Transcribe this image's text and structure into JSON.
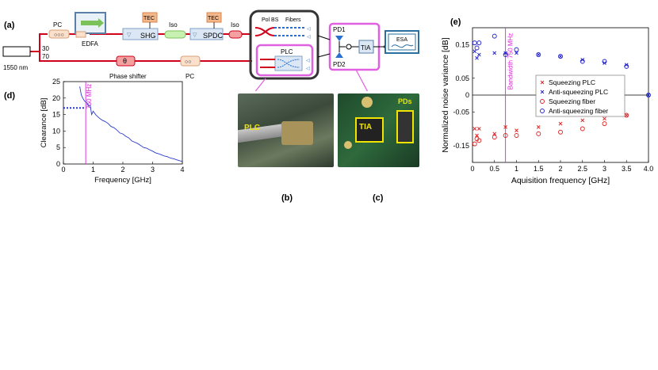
{
  "panel_labels": {
    "a": "(a)",
    "b": "(b)",
    "c": "(c)",
    "d": "(d)",
    "e": "(e)"
  },
  "setup": {
    "laser": "1550 nm",
    "split_top": "30",
    "split_bottom": "70",
    "pc": "PC",
    "edfa": "EDFA",
    "tec": "TEC",
    "shg": "SHG",
    "iso": "Iso",
    "spdc": "SPDC",
    "pol_bs": "Pol BS",
    "fibers": "Fibers",
    "plc": "PLC",
    "phase_symbol": "θ",
    "phase_shifter": "Phase shifter",
    "pd1": "PD1",
    "pd2": "PD2",
    "tia": "TIA",
    "esa": "ESA"
  },
  "photos": {
    "b_label": "PLC",
    "c_label_tia": "TIA",
    "c_label_pds": "PDs"
  },
  "colors": {
    "optical": "#d0021b",
    "plc_frame": "#e060e0",
    "esa_frame": "#2a6fa0",
    "label_yellow": "#f0e400"
  },
  "chart_data": [
    {
      "id": "d",
      "type": "line",
      "xlabel": "Frequency [GHz]",
      "ylabel": "Clearance [dB]",
      "xlim": [
        0,
        4
      ],
      "ylim": [
        0,
        25
      ],
      "xticks": [
        0,
        1,
        2,
        3,
        4
      ],
      "yticks": [
        0,
        5,
        10,
        15,
        20,
        25
      ],
      "annotation": "750 MHz",
      "vline_x": 0.75,
      "reference_level": 17,
      "series": [
        {
          "x": [
            0.0,
            0.05,
            0.1,
            0.15,
            0.2,
            0.25,
            0.3,
            0.35,
            0.4,
            0.45,
            0.5,
            0.55,
            0.6,
            0.65,
            0.7,
            0.75,
            0.8,
            0.85,
            0.9,
            0.95,
            1.0,
            1.1,
            1.2,
            1.3,
            1.4,
            1.5,
            1.6,
            1.7,
            1.8,
            1.9,
            2.0,
            2.1,
            2.2,
            2.3,
            2.4,
            2.5,
            2.6,
            2.7,
            2.8,
            2.9,
            3.0,
            3.1,
            3.2,
            3.3,
            3.4,
            3.5,
            3.6,
            3.7,
            3.8,
            3.9,
            4.0
          ],
          "values": [
            null,
            null,
            null,
            null,
            null,
            null,
            null,
            null,
            null,
            null,
            null,
            23.5,
            21,
            20,
            19.2,
            18.8,
            18.5,
            17.5,
            17.8,
            15,
            16,
            14.8,
            14,
            13.3,
            12.9,
            12.3,
            11.4,
            11,
            10.3,
            9.4,
            9.1,
            8.4,
            7.9,
            7,
            6.6,
            6.2,
            5.6,
            5,
            4.8,
            4.3,
            3.9,
            3.4,
            3.1,
            2.8,
            2.4,
            2.2,
            1.8,
            1.6,
            1.3,
            1,
            0.8
          ]
        }
      ]
    },
    {
      "id": "e",
      "type": "scatter",
      "xlabel": "Aquisition frequency [GHz]",
      "ylabel": "Normalized noise variance [dB]",
      "xlim": [
        0,
        4
      ],
      "ylim": [
        -0.2,
        0.2
      ],
      "xticks": [
        0,
        0.5,
        1,
        1.5,
        2,
        2.5,
        3,
        3.5,
        4
      ],
      "xtick_labels": [
        "0",
        "0.5",
        "1",
        "1.5",
        "2",
        "2.5",
        "3",
        "3.5",
        "4.0"
      ],
      "yticks": [
        -0.15,
        -0.05,
        0.05,
        0.15
      ],
      "ytick_labels": [
        "-0.15",
        "-0.05",
        "0.05",
        "0.15"
      ],
      "annotation": "Bandwidth 750 MHz",
      "vline_x": 0.75,
      "series": [
        {
          "name": "Squeezing PLC",
          "marker": "x",
          "color": "#e02020",
          "x": [
            0.05,
            0.1,
            0.15,
            0.5,
            0.75,
            1.0,
            1.5,
            2.0,
            2.5,
            3.0,
            3.5
          ],
          "y": [
            -0.1,
            -0.12,
            -0.1,
            -0.115,
            -0.095,
            -0.105,
            -0.095,
            -0.085,
            -0.075,
            -0.07,
            -0.06
          ]
        },
        {
          "name": "Anti-squeezing PLC",
          "marker": "x",
          "color": "#2020d0",
          "x": [
            0.05,
            0.1,
            0.15,
            0.5,
            0.75,
            1.0,
            1.5,
            2.0,
            2.5,
            3.0,
            3.5,
            4.0
          ],
          "y": [
            0.13,
            0.11,
            0.12,
            0.125,
            0.125,
            0.125,
            0.12,
            0.115,
            0.105,
            0.095,
            0.09,
            0.0
          ]
        },
        {
          "name": "Squeezing fiber",
          "marker": "o",
          "color": "#e02020",
          "x": [
            0.05,
            0.1,
            0.15,
            0.5,
            0.75,
            1.0,
            1.5,
            2.0,
            2.5,
            3.0,
            3.5
          ],
          "y": [
            -0.145,
            -0.13,
            -0.135,
            -0.125,
            -0.12,
            -0.12,
            -0.115,
            -0.11,
            -0.1,
            -0.085,
            -0.06
          ]
        },
        {
          "name": "Anti-squeezing fiber",
          "marker": "o",
          "color": "#2020d0",
          "x": [
            0.05,
            0.1,
            0.15,
            0.5,
            0.75,
            1.0,
            1.5,
            2.0,
            2.5,
            3.0,
            3.5,
            4.0
          ],
          "y": [
            0.155,
            0.14,
            0.155,
            0.175,
            0.12,
            0.135,
            0.12,
            0.115,
            0.1,
            0.1,
            0.085,
            0.0
          ]
        }
      ]
    }
  ]
}
